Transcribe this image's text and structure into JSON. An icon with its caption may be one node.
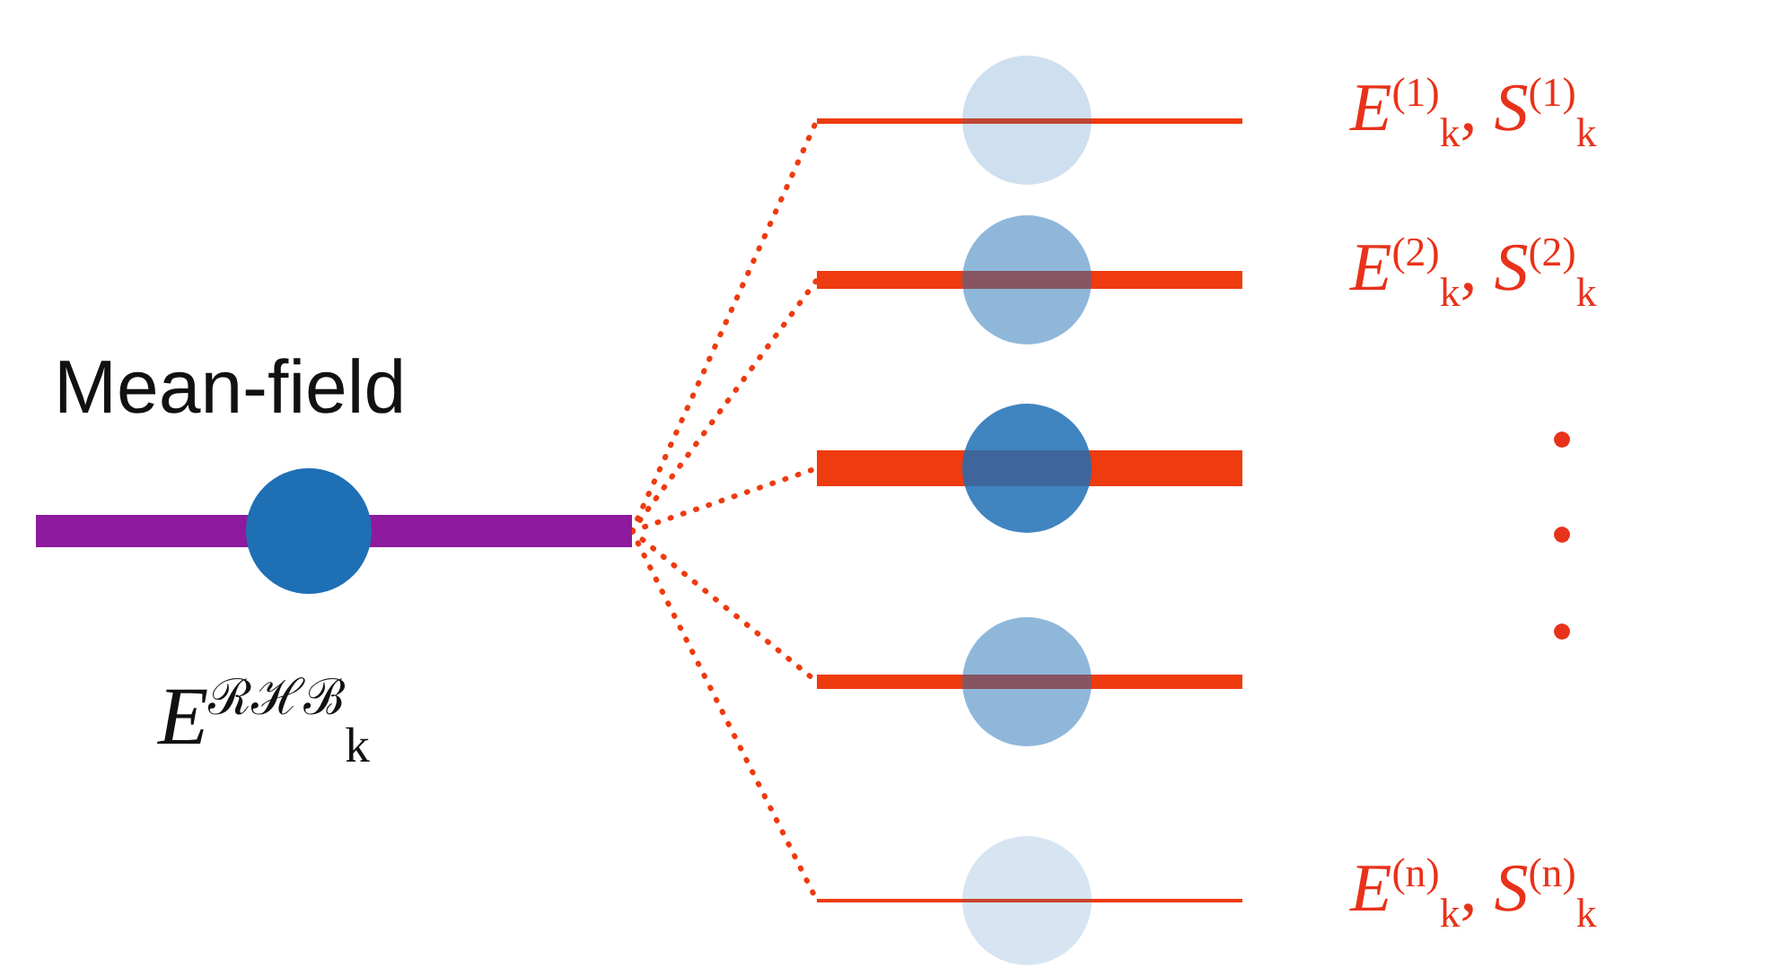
{
  "diagram": {
    "nodes": [
      {
        "text": [
          "Mean-field",
          "*E*$^{ℛℋℬ}$$_{k}$"
        ]
      },
      {
        "text": [],
        "shape": "bar",
        "beside": [
          "*E*$^{(1)}$$_{k}$, *S*$^{(1)}$$_{k}$"
        ]
      },
      {
        "text": [],
        "shape": "bar",
        "beside": [
          "*E*$^{(2)}$$_{k}$, *S*$^{(2)}$$_{k}$"
        ]
      },
      {
        "text": [],
        "shape": "bar"
      },
      {
        "text": [],
        "shape": "bar"
      },
      {
        "text": [],
        "shape": "bar",
        "beside": [
          "*E*$^{(n)}$$_{k}$, *S*$^{(n)}$$_{k}$"
        ]
      }
    ],
    "edges": [
      {
        "from": 0,
        "to": 1,
        "arrow": "none",
        "style": "dashed",
        "color": "#ee3b0f"
      },
      {
        "from": 0,
        "to": 2,
        "arrow": "none",
        "style": "dashed",
        "color": "#ee3b0f"
      },
      {
        "from": 0,
        "to": 3,
        "arrow": "none",
        "style": "dashed",
        "color": "#ee3b0f"
      },
      {
        "from": 0,
        "to": 4,
        "arrow": "none",
        "style": "dashed",
        "color": "#ee3b0f"
      },
      {
        "from": 0,
        "to": 5,
        "arrow": "none",
        "style": "dashed",
        "color": "#ee3b0f"
      }
    ]
  }
}
